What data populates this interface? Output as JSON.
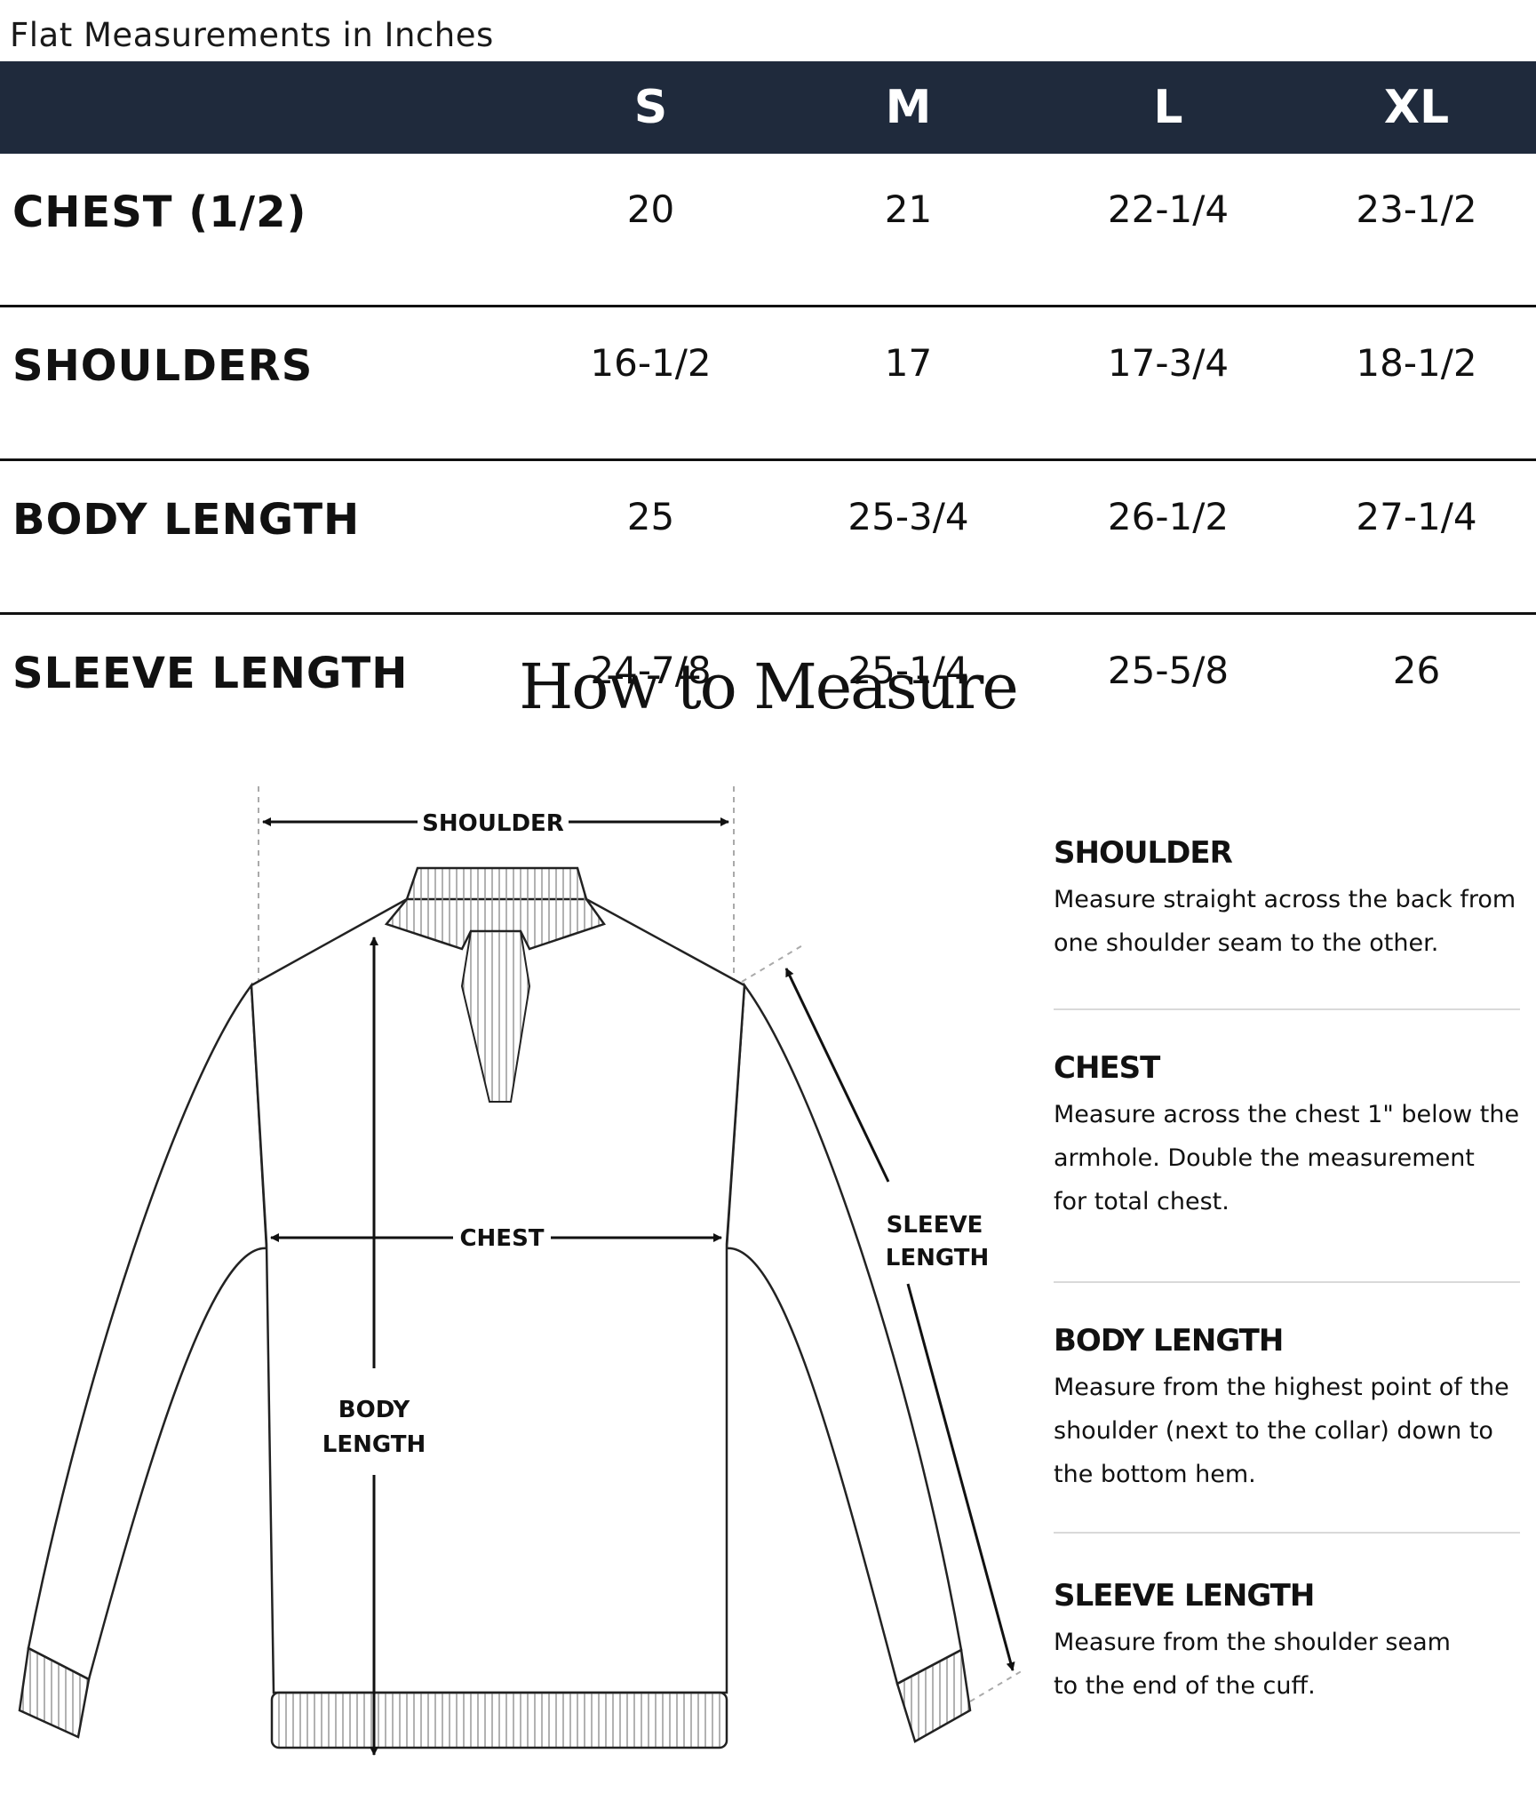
{
  "caption": "Flat Measurements in Inches",
  "table": {
    "sizes": [
      "S",
      "M",
      "L",
      "XL"
    ],
    "rows": [
      {
        "label": "CHEST (1/2)",
        "values": [
          "20",
          "21",
          "22-1/4",
          "23-1/2"
        ]
      },
      {
        "label": "SHOULDERS",
        "values": [
          "16-1/2",
          "17",
          "17-3/4",
          "18-1/2"
        ]
      },
      {
        "label": "BODY LENGTH",
        "values": [
          "25",
          "25-3/4",
          "26-1/2",
          "27-1/4"
        ]
      },
      {
        "label": "SLEEVE LENGTH",
        "values": [
          "24-7/8",
          "25-1/4",
          "25-5/8",
          "26"
        ]
      }
    ]
  },
  "guide_title": "How to Measure",
  "diagram_labels": {
    "shoulder": "SHOULDER",
    "chest": "CHEST",
    "body_line1": "BODY",
    "body_line2": "LENGTH",
    "sleeve_line1": "SLEEVE",
    "sleeve_line2": "LENGTH"
  },
  "instructions": [
    {
      "heading": "SHOULDER",
      "text": "Measure straight across the back from\none shoulder seam to the other."
    },
    {
      "heading": "CHEST",
      "text": "Measure across the chest 1\" below the\narmhole. Double the measurement\nfor total chest."
    },
    {
      "heading": "BODY LENGTH",
      "text": "Measure from the highest point of the\nshoulder (next to the collar) down to\nthe bottom hem."
    },
    {
      "heading": "SLEEVE LENGTH",
      "text": "Measure from the shoulder seam\nto the end of the cuff."
    }
  ],
  "colors": {
    "header_bg": "#1f2a3c",
    "header_text": "#ffffff"
  }
}
